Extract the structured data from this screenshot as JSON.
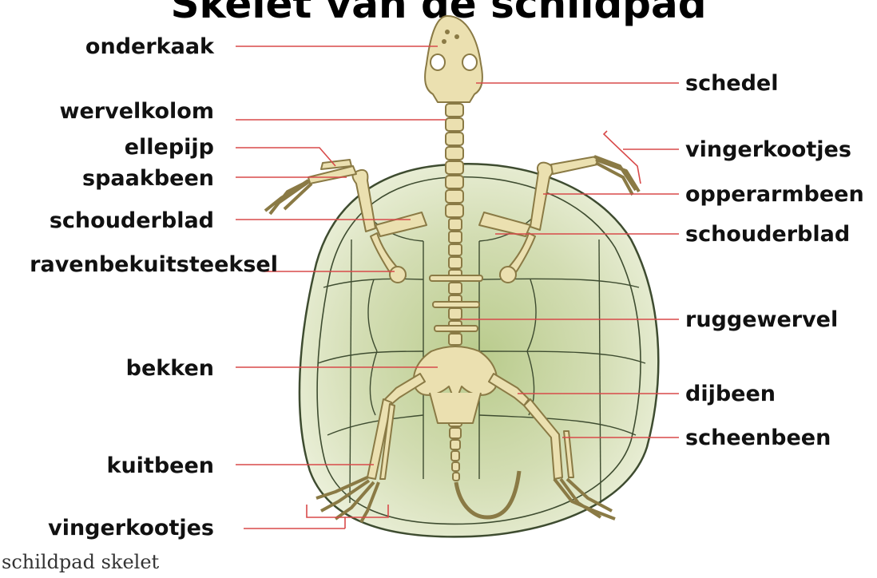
{
  "title": "Skelet van de schildpad",
  "caption": "schildpad skelet",
  "colors": {
    "bone": "#ebe0b0",
    "bone_stroke": "#8a7a45",
    "shell_light": "#e7eed2",
    "shell_dark": "#c4d29e",
    "shell_stroke": "#3e4c30",
    "leader_line": "#d84a4a",
    "bracket": "#d84a4a"
  },
  "labels": {
    "left": [
      "onderkaak",
      "wervelkolom",
      "ellepijp",
      "spaakbeen",
      "schouderblad",
      "ravenbekuitsteeksel",
      "bekken",
      "kuitbeen",
      "vingerkootjes"
    ],
    "right": [
      "schedel",
      "vingerkootjes",
      "opperarmbeen",
      "schouderblad",
      "ruggewervel",
      "dijbeen",
      "scheenbeen"
    ]
  }
}
